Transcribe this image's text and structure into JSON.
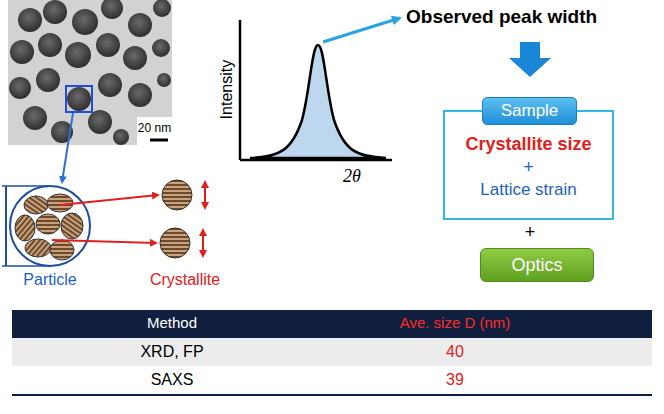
{
  "diagram": {
    "nodes": [
      {
        "text": [
          "Crystallite size",
          "+",
          "Lattice strain"
        ]
      },
      {
        "text": [
          "Sample"
        ],
        "in": 0
      },
      {
        "text": [
          "Optics"
        ]
      }
    ],
    "labels": [
      "20 nm",
      "Particle",
      "Crystallite",
      "Intensity",
      "2θ",
      "Observed peak width",
      "+",
      "Method",
      "Ave. size D (nm)",
      "XRD, FP",
      "40",
      "SAXS",
      "39"
    ]
  }
}
